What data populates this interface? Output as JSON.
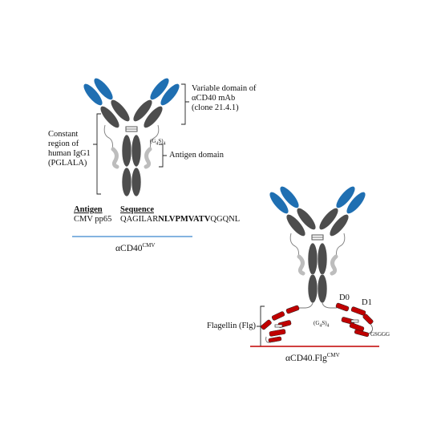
{
  "colors": {
    "variable": "#1F6FB2",
    "constant": "#4D4D4D",
    "antigen": "#BDBDBD",
    "flagellin": "#C00000",
    "blue_rule": "#5B9BD5",
    "red_rule": "#C00000"
  },
  "top": {
    "label_variable": [
      "Variable domain of",
      "αCD40 mAb",
      "(clone 21.4.1)"
    ],
    "label_constant": [
      "Constant",
      "region of",
      "human IgG1",
      "(PGLALA)"
    ],
    "linker": "(G",
    "linker_sub": "4",
    "linker_end": "S)",
    "linker_sub2": "4",
    "label_antigen": "Antigen domain",
    "table": {
      "col1_header": "Antigen",
      "col2_header": "Sequence",
      "antigen": "CMV pp65",
      "seq_pre": "QAGILAR",
      "seq_bold": "NLVPMVATV",
      "seq_post": "QGQNL"
    },
    "name": "αCD40",
    "name_sup": "CMV"
  },
  "bottom": {
    "label_flg": "Flagellin (Flg)",
    "d0": "D0",
    "d1": "D1",
    "linker": "(G",
    "linker_sub": "4",
    "linker_end": "S)",
    "linker_sub2": "4",
    "gsgg": "GSGGG",
    "name": "αCD40.Flg",
    "name_sup": "CMV"
  }
}
